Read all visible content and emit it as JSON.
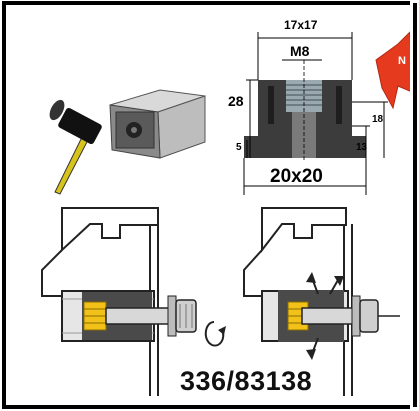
{
  "dimensions": {
    "top_width": "17x17",
    "thread": "M8",
    "height": "28",
    "side_right": "18",
    "bottom_left": "5",
    "bottom_right": "13",
    "base_width": "20x20"
  },
  "part_number": "336/83138",
  "badge": {
    "visible_text": "N",
    "color": "#e53a1e"
  },
  "colors": {
    "frame": "#000000",
    "insert": "#3c3c3c",
    "nut_brass": "#f2c21a",
    "hammer_handle": "#d8c21c"
  },
  "icons": [
    "hammer-icon",
    "square-tube-end-icon",
    "rotate-arrow-icon",
    "expand-arrows-icon"
  ]
}
